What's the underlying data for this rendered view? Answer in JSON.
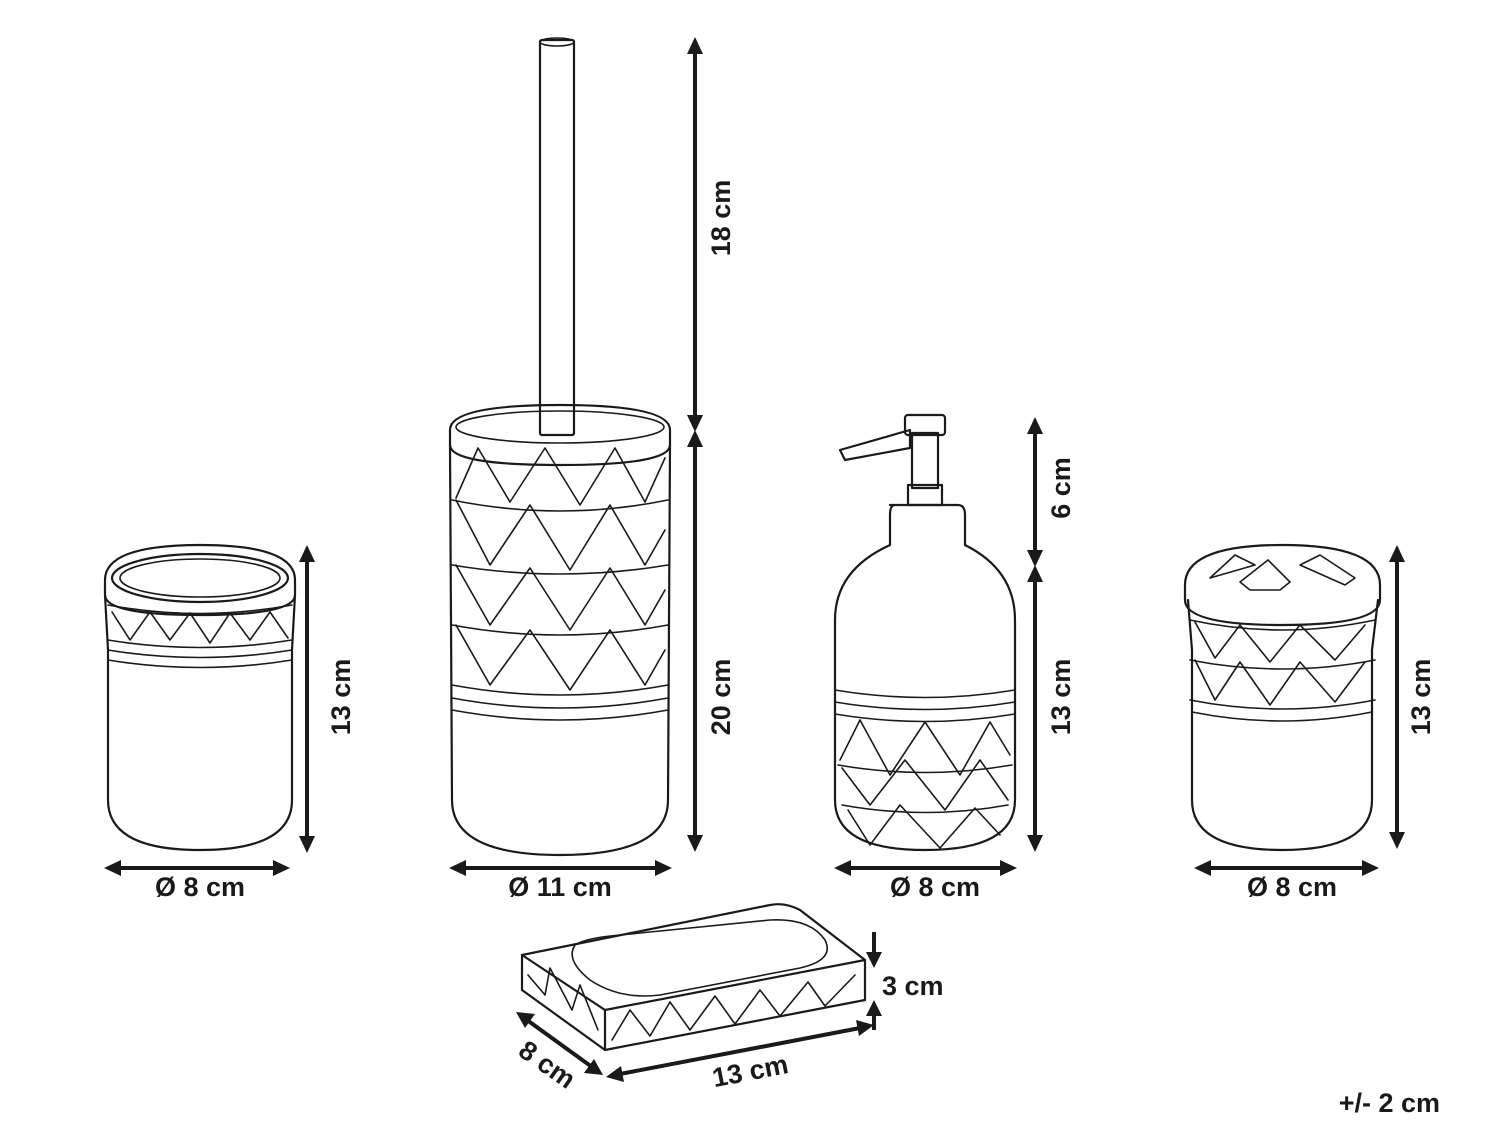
{
  "labels": {
    "tumbler_diameter": "Ø 8 cm",
    "tumbler_height": "13 cm",
    "brush_handle_height": "18 cm",
    "brush_holder_height": "20 cm",
    "brush_holder_diameter": "Ø 11 cm",
    "pump_height": "6 cm",
    "dispenser_height": "13 cm",
    "dispenser_diameter": "Ø 8 cm",
    "toothbrush_holder_height": "13 cm",
    "toothbrush_holder_diameter": "Ø 8 cm",
    "soap_dish_height": "3 cm",
    "soap_dish_width": "8 cm",
    "soap_dish_length": "13 cm",
    "tolerance": "+/- 2 cm"
  },
  "items": [
    {
      "name": "tumbler",
      "icon": "cup-icon"
    },
    {
      "name": "toilet-brush-holder",
      "icon": "toilet-brush-icon"
    },
    {
      "name": "soap-dispenser",
      "icon": "soap-dispenser-icon"
    },
    {
      "name": "toothbrush-holder",
      "icon": "toothbrush-holder-icon"
    },
    {
      "name": "soap-dish",
      "icon": "soap-dish-icon"
    }
  ]
}
